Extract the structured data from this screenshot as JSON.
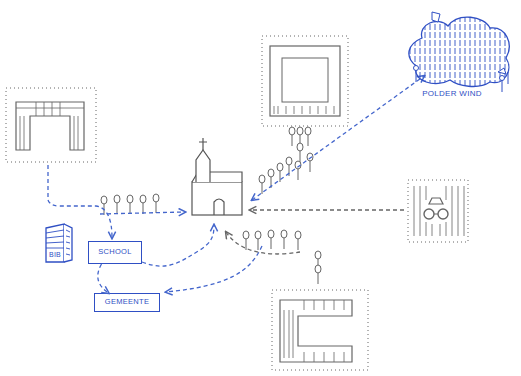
{
  "diagram": {
    "nodes": [
      {
        "text": [
          "POLDER WIND"
        ]
      },
      {
        "text": [
          "BIB"
        ]
      },
      {
        "text": [
          "SCHOOL"
        ]
      },
      {
        "text": [
          "GEMEENTE"
        ]
      }
    ],
    "edges": [
      {
        "from": 2,
        "to": 3,
        "arrow": "to"
      }
    ]
  }
}
